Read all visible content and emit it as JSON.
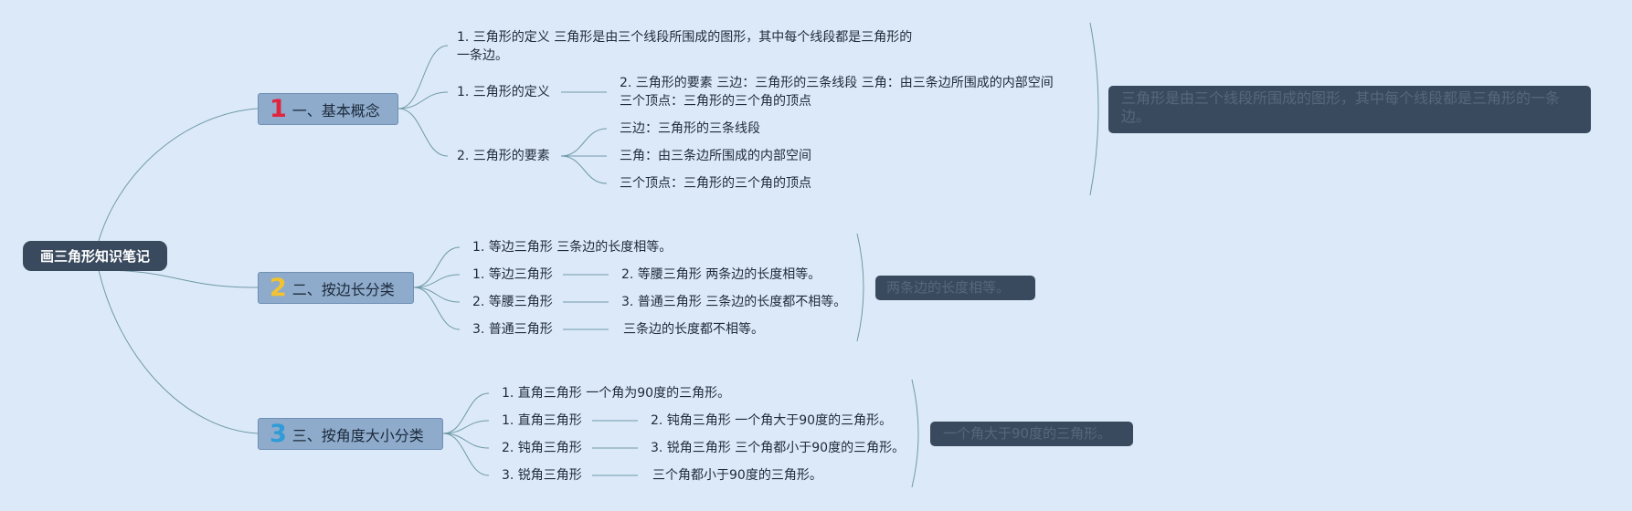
{
  "root": {
    "label": "画三角形知识笔记"
  },
  "colors": {
    "background": "#dce9f9",
    "line": "#6f9aa6",
    "root_fill": "#3a4a5e",
    "branch_fill": "#8eabcc",
    "badge1": "#e1253f",
    "badge2": "#f2c230",
    "badge3": "#2f9bd7"
  },
  "branches": [
    {
      "badge": "1",
      "label": "一、基本概念",
      "items": [
        "1. 三角形的定义 三角形是由三个线段所围成的图形，其中每个线段都是三角形的一条边。",
        "1. 三角形的定义",
        "2. 三角形的要素"
      ],
      "sub_items": [
        "2. 三角形的要素 三边：三角形的三条线段 三角：由三条边所围成的内部空间 三个顶点：三角形的三个角的顶点",
        "三边：三角形的三条线段",
        "三角：由三条边所围成的内部空间",
        "三个顶点：三角形的三个角的顶点"
      ],
      "summary": "三角形是由三个线段所围成的图形，其中每个线段都是三角形的一条边。"
    },
    {
      "badge": "2",
      "label": "二、按边长分类",
      "items": [
        "1. 等边三角形 三条边的长度相等。",
        "1. 等边三角形",
        "2. 等腰三角形",
        "3. 普通三角形"
      ],
      "sub_items": [
        "2. 等腰三角形 两条边的长度相等。",
        "3. 普通三角形 三条边的长度都不相等。",
        "三条边的长度都不相等。"
      ],
      "summary": "两条边的长度相等。"
    },
    {
      "badge": "3",
      "label": "三、按角度大小分类",
      "items": [
        "1. 直角三角形 一个角为90度的三角形。",
        "1. 直角三角形",
        "2. 钝角三角形",
        "3. 锐角三角形"
      ],
      "sub_items": [
        "2. 钝角三角形 一个角大于90度的三角形。",
        "3. 锐角三角形 三个角都小于90度的三角形。",
        "三个角都小于90度的三角形。"
      ],
      "summary": "一个角大于90度的三角形。"
    }
  ]
}
